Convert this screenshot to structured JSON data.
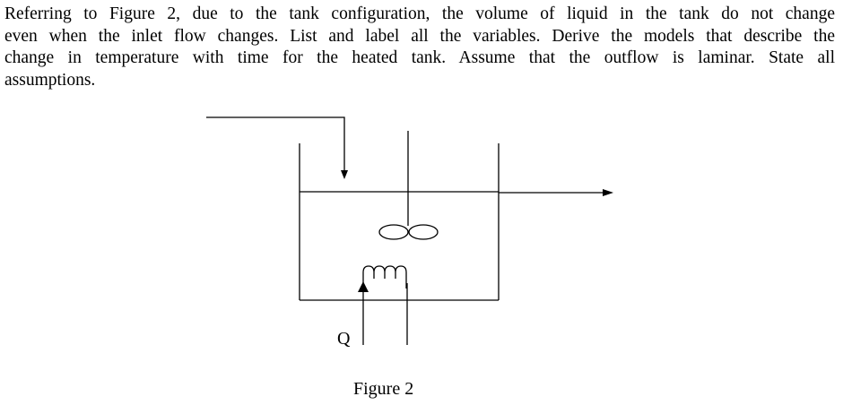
{
  "question": {
    "lines": [
      "Referring to Figure 2, due to the tank configuration, the volume of liquid in the tank do not change",
      "even when the inlet flow changes. List and label all the variables. Derive the models that describe the",
      "change in temperature with time for the heated tank. Assume that the outflow is laminar. State all",
      "assumptions."
    ]
  },
  "figure": {
    "heat_label": "Q",
    "caption": "Figure 2"
  }
}
